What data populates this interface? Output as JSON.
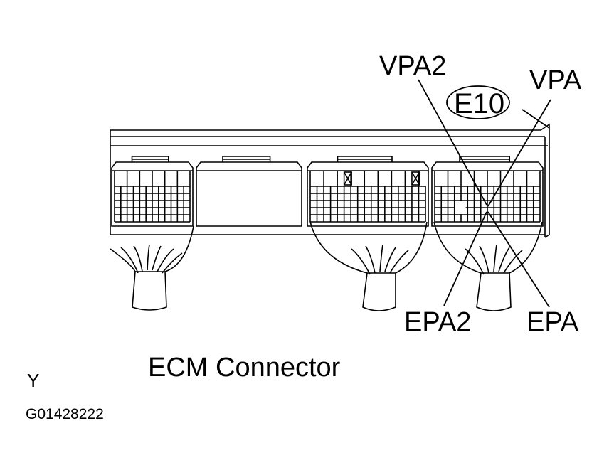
{
  "diagram": {
    "title": "ECM Connector",
    "connector_id": "E10",
    "pins": {
      "vpa2": "VPA2",
      "vpa": "VPA",
      "epa2": "EPA2",
      "epa": "EPA"
    },
    "corner_mark": "Y",
    "figure_code": "G01428222"
  },
  "colors": {
    "line": "#000000",
    "background": "#ffffff"
  }
}
